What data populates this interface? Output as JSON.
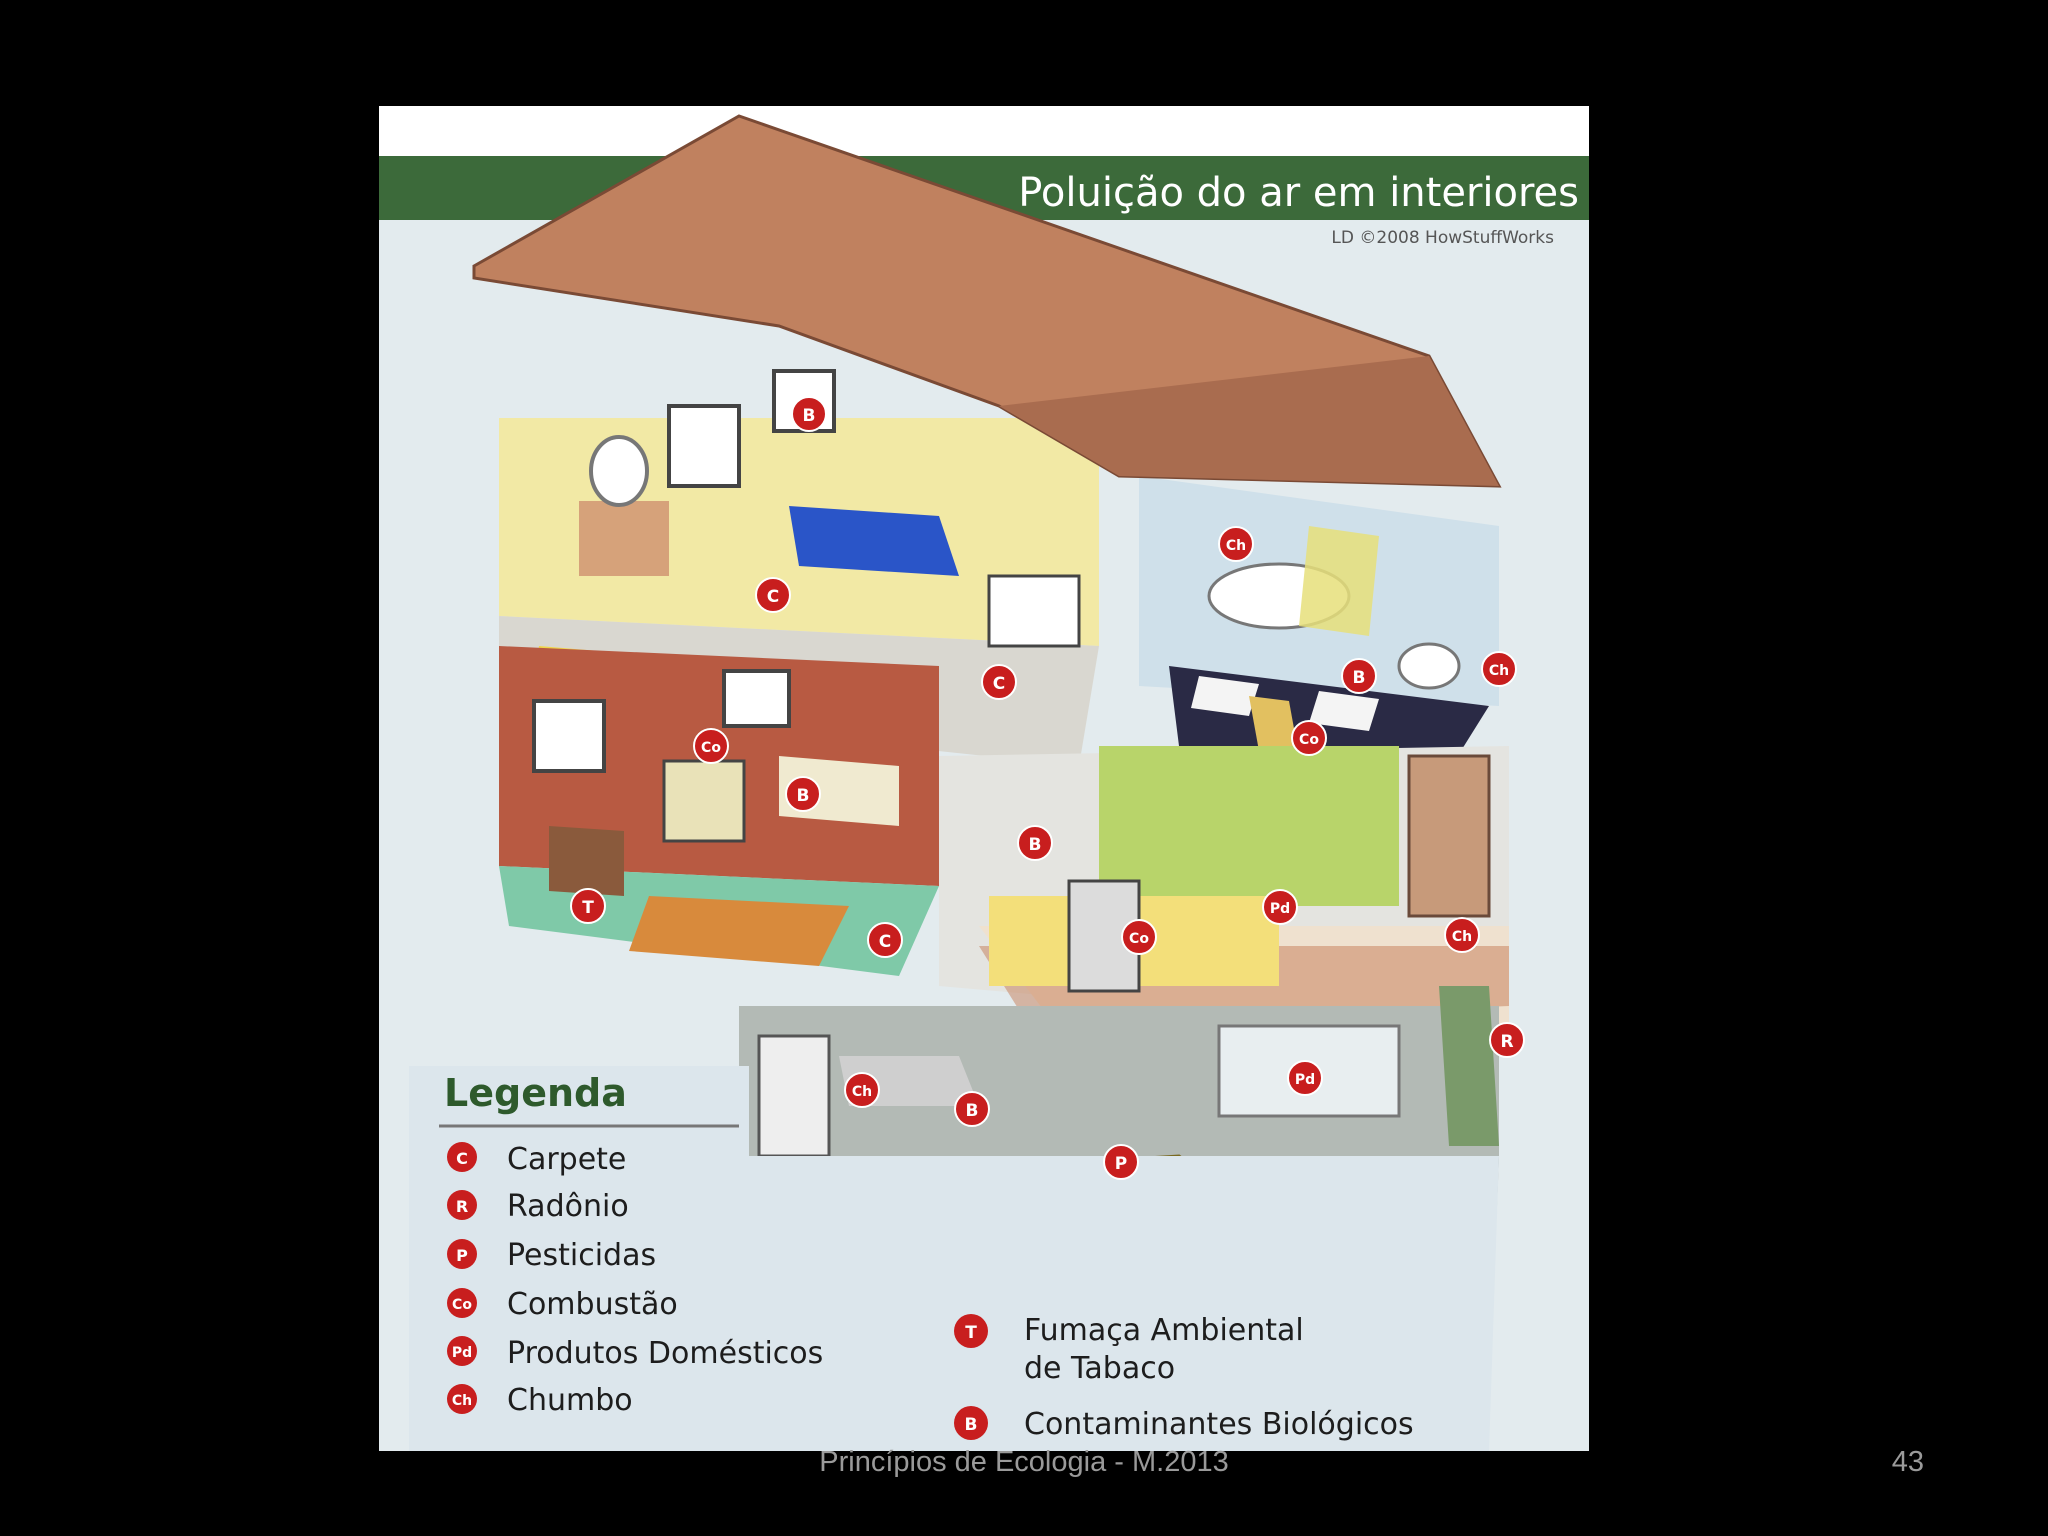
{
  "infographic": {
    "title": "Poluição do ar em interiores",
    "credit": "LD ©2008 HowStuffWorks",
    "legend_title": "Legenda",
    "legend_items": [
      {
        "code": "C",
        "label": "Carpete"
      },
      {
        "code": "R",
        "label": "Radônio"
      },
      {
        "code": "P",
        "label": "Pesticidas"
      },
      {
        "code": "Co",
        "label": "Combustão"
      },
      {
        "code": "Pd",
        "label": "Produtos Domésticos"
      },
      {
        "code": "Ch",
        "label": "Chumbo"
      }
    ],
    "legend_items_right": [
      {
        "code": "T",
        "label_line1": "Fumaça Ambiental",
        "label_line2": "de Tabaco"
      },
      {
        "code": "B",
        "label": "Contaminantes Biológicos"
      }
    ],
    "markers": {
      "bedroom_window": "B",
      "bedroom_carpet": "C",
      "bath_pipe": "Ch",
      "hall_carpet": "C",
      "bath_floor": "B",
      "bath_toilet": "Ch",
      "bath_heater": "Co",
      "fireplace": "Co",
      "living_pet": "B",
      "living_smoke": "T",
      "kitchen_plant": "B",
      "hall_floor": "C",
      "kitchen_stove": "Co",
      "kitchen_products": "Pd",
      "kitchen_floor": "Ch",
      "basement_radon": "R",
      "basement_products": "Pd",
      "basement_paint": "Ch",
      "basement_floor": "B",
      "basement_pesticide": "P"
    }
  },
  "footer": {
    "text": "Princípios de Ecologia - M.2013",
    "slide_number": "43"
  },
  "colors": {
    "background": "#000000",
    "title_bar": "#3c6a3a",
    "marker_red": "#c81e1e",
    "roof": "#c0815f",
    "footer_text": "#9a9a9a"
  }
}
